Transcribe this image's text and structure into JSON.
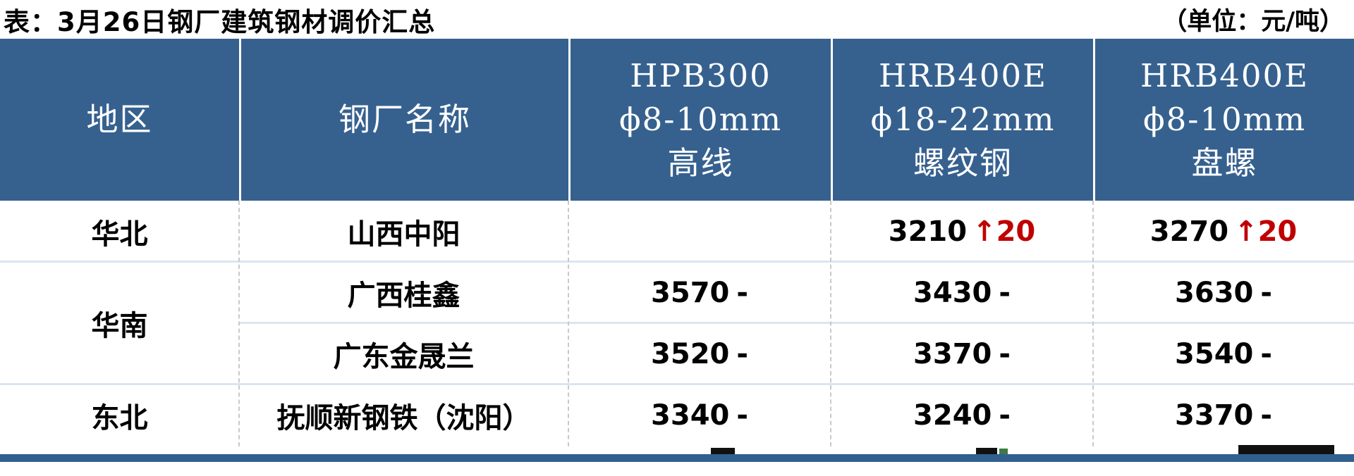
{
  "meta": {
    "title": "表：3月26日钢厂建筑钢材调价汇总",
    "unit_label": "（单位：元/吨）"
  },
  "colors": {
    "header_blue": "#36618F",
    "footer_bar_blue": "#31608E",
    "row_separator_blue": "#DBE5F1",
    "column_dash_gray": "#C9C9C9",
    "price_up_red": "#C00000",
    "text_black": "#000000",
    "page_background": "#FFFFFF"
  },
  "table": {
    "columns": [
      {
        "line1": "地区"
      },
      {
        "line1": "钢厂名称"
      },
      {
        "line1": "HPB300",
        "line2": "ϕ8-10mm",
        "line3": "高线"
      },
      {
        "line1": "HRB400E",
        "line2": "ϕ18-22mm",
        "line3": "螺纹钢"
      },
      {
        "line1": "HRB400E",
        "line2": "ϕ8-10mm",
        "line3": "盘螺"
      }
    ],
    "regions": [
      {
        "name": "华北",
        "row_span": 1
      },
      {
        "name": "华南",
        "row_span": 2
      },
      {
        "name": "东北",
        "row_span": 1
      }
    ],
    "rows": [
      {
        "factory": "山西中阳",
        "wire_price": "",
        "wire_change": "",
        "rebar_price": "3210",
        "rebar_change": "↑20",
        "coil_price": "3270",
        "coil_change": "↑20"
      },
      {
        "factory": "广西桂鑫",
        "wire_price": "3570",
        "wire_change": "-",
        "rebar_price": "3430",
        "rebar_change": "-",
        "coil_price": "3630",
        "coil_change": "-"
      },
      {
        "factory": "广东金晟兰",
        "wire_price": "3520",
        "wire_change": "-",
        "rebar_price": "3370",
        "rebar_change": "-",
        "coil_price": "3540",
        "coil_change": "-"
      },
      {
        "factory": "抚顺新钢铁（沈阳）",
        "wire_price": "3340",
        "wire_change": "-",
        "rebar_price": "3240",
        "rebar_change": "-",
        "coil_price": "3370",
        "coil_change": "-"
      }
    ]
  },
  "chart_data": {
    "type": "table",
    "title": "表：3月26日钢厂建筑钢材调价汇总",
    "unit": "元/吨",
    "columns": [
      "地区",
      "钢厂名称",
      "HPB300 ϕ8-10mm 高线",
      "HRB400E ϕ18-22mm 螺纹钢",
      "HRB400E ϕ8-10mm 盘螺"
    ],
    "rows": [
      [
        "华北",
        "山西中阳",
        "",
        "3210 ↑20",
        "3270 ↑20"
      ],
      [
        "华南",
        "广西桂鑫",
        "3570 -",
        "3430 -",
        "3630 -"
      ],
      [
        "华南",
        "广东金晟兰",
        "3520 -",
        "3370 -",
        "3540 -"
      ],
      [
        "东北",
        "抚顺新钢铁（沈阳）",
        "3340 -",
        "3240 -",
        "3370 -"
      ]
    ],
    "notes": "red ↑20 marks price increase of 20 yuan; '-' marks no change; 华南 spans two factory rows"
  }
}
